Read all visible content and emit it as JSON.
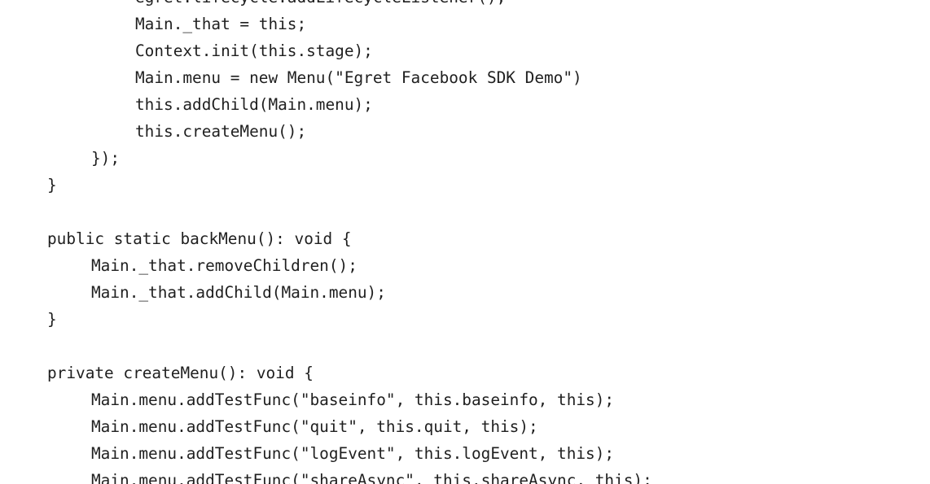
{
  "code": {
    "lines": [
      {
        "text": "egret.lifecycle.addLifecycleListener();"
      },
      {
        "text": "Main._that = this;"
      },
      {
        "text": "Context.init(this.stage);"
      },
      {
        "text": "Main.menu = new Menu(\"Egret Facebook SDK Demo\")"
      },
      {
        "text": "this.addChild(Main.menu);"
      },
      {
        "text": "this.createMenu();"
      },
      {
        "text": "});"
      },
      {
        "text": "}"
      },
      {
        "text": ""
      },
      {
        "text": "public static backMenu(): void {"
      },
      {
        "text": "Main._that.removeChildren();"
      },
      {
        "text": "Main._that.addChild(Main.menu);"
      },
      {
        "text": "}"
      },
      {
        "text": ""
      },
      {
        "text": "private createMenu(): void {"
      },
      {
        "text": "Main.menu.addTestFunc(\"baseinfo\", this.baseinfo, this);"
      },
      {
        "text": "Main.menu.addTestFunc(\"quit\", this.quit, this);"
      },
      {
        "text": "Main.menu.addTestFunc(\"logEvent\", this.logEvent, this);"
      },
      {
        "text": "Main.menu.addTestFunc(\"shareAsync\", this.shareAsync, this);"
      }
    ]
  }
}
